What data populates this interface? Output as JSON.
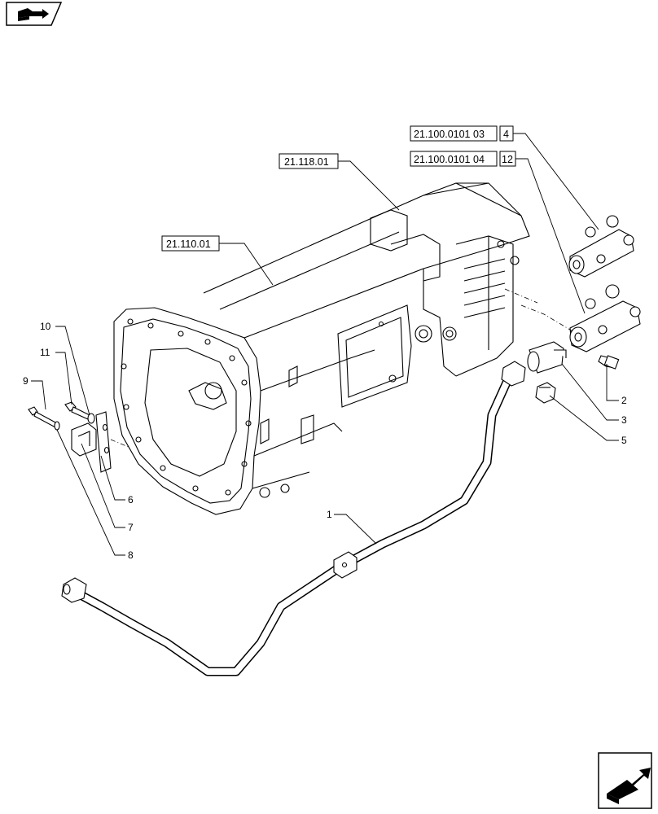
{
  "page": {
    "background": "#ffffff",
    "line_color": "#000000"
  },
  "nav": {
    "top_icon": "book-arrow-icon",
    "bottom_icon": "next-page-arrow-icon"
  },
  "references": {
    "ref_21_110": "21.110.01",
    "ref_21_118": "21.118.01",
    "ref_03": "21.100.0101 03",
    "ref_03_num": "4",
    "ref_04": "21.100.0101 04",
    "ref_04_num": "12"
  },
  "callouts": {
    "c1": "1",
    "c2": "2",
    "c3": "3",
    "c5": "5",
    "c6": "6",
    "c7": "7",
    "c8": "8",
    "c9": "9",
    "c10": "10",
    "c11": "11"
  }
}
